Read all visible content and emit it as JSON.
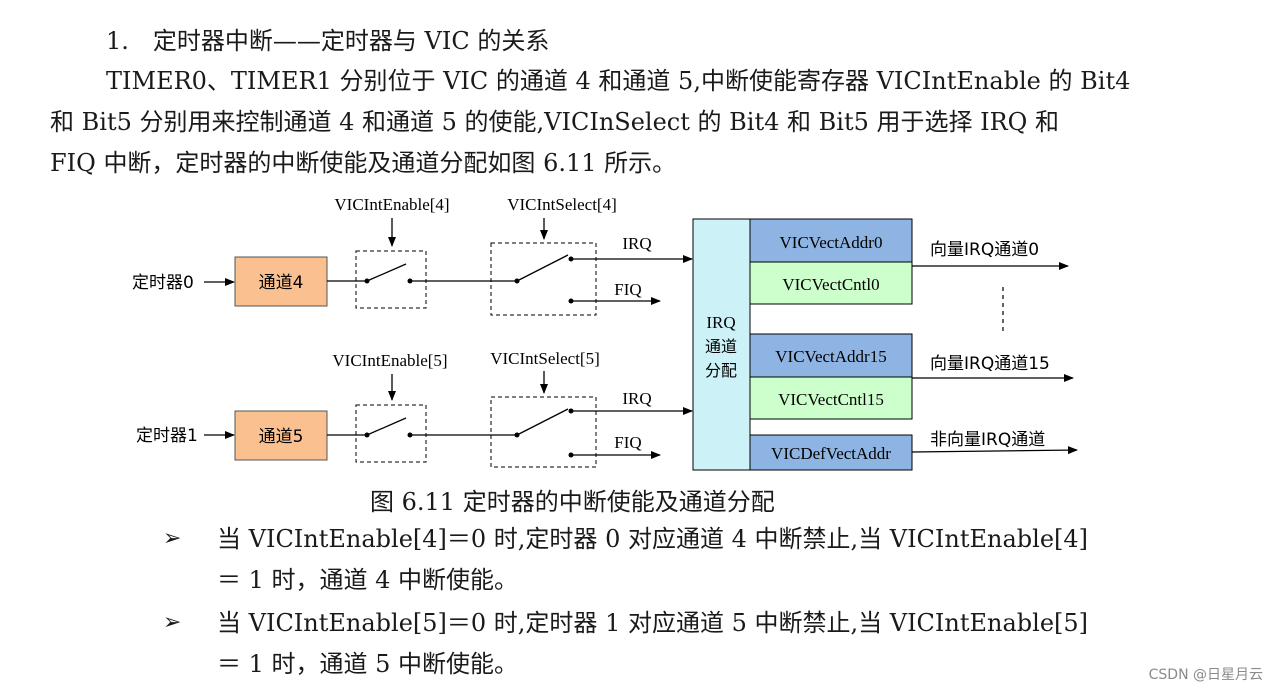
{
  "heading": "1.　定时器中断——定时器与 VIC 的关系",
  "paragraph": {
    "line1": "TIMER0、TIMER1 分别位于 VIC 的通道 4 和通道 5,中断使能寄存器 VICIntEnable 的 Bit4",
    "line2": "和 Bit5 分别用来控制通道 4 和通道 5 的使能,VICInSelect 的 Bit4 和 Bit5 用于选择 IRQ 和",
    "line3": "FIQ 中断，定时器的中断使能及通道分配如图 6.11 所示。"
  },
  "diagram": {
    "timer0": "定时器0",
    "timer1": "定时器1",
    "channel4": "通道4",
    "channel5": "通道5",
    "enable4": "VICIntEnable[4]",
    "select4": "VICIntSelect[4]",
    "enable5": "VICIntEnable[5]",
    "select5": "VICIntSelect[5]",
    "irq": "IRQ",
    "fiq": "FIQ",
    "dispatch_line1": "IRQ",
    "dispatch_line2": "通道",
    "dispatch_line3": "分配",
    "vect_addr0": "VICVectAddr0",
    "vect_cntl0": "VICVectCntl0",
    "vect_addr15": "VICVectAddr15",
    "vect_cntl15": "VICVectCntl15",
    "def_vect_addr": "VICDefVectAddr",
    "out0": "向量IRQ通道0",
    "out15": "向量IRQ通道15",
    "out_nonvect": "非向量IRQ通道",
    "colors": {
      "channel_fill": "#fac090",
      "dispatch_fill": "#ccf2f8",
      "addr_fill": "#8db4e2",
      "cntl_fill": "#ccffcc"
    }
  },
  "caption": "图 6.11  定时器的中断使能及通道分配",
  "bullets": [
    {
      "symbol": "➢",
      "line1": "当 VICIntEnable[4]＝0 时,定时器 0 对应通道 4 中断禁止,当 VICIntEnable[4]",
      "line2": "＝ 1 时，通道 4 中断使能。"
    },
    {
      "symbol": "➢",
      "line1": "当 VICIntEnable[5]＝0 时,定时器 1 对应通道 5 中断禁止,当 VICIntEnable[5]",
      "line2": "＝ 1 时，通道 5 中断使能。"
    }
  ],
  "watermark": "CSDN @日星月云"
}
